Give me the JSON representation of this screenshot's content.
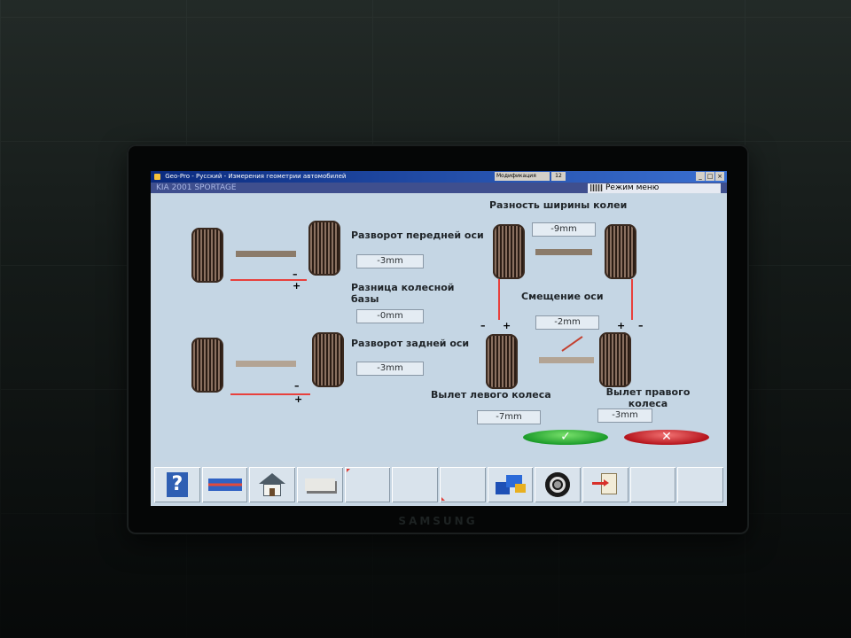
{
  "window": {
    "title": "Geo-Pro - Русский - Измерения геометрии автомобилей",
    "taskbar_item": "Модификация",
    "taskbar_item2": "12",
    "controls": [
      "_",
      "□",
      "×"
    ]
  },
  "vehicle": {
    "name": "KIA 2001 SPORTAGE"
  },
  "menu_mode": {
    "label": "Режим меню"
  },
  "measurements": {
    "front_toe": {
      "label": "Разворот передней оси",
      "value": "-3mm"
    },
    "wheelbase_diff": {
      "label": "Разница колесной базы",
      "value": "-0mm"
    },
    "rear_toe": {
      "label": "Разворот задней оси",
      "value": "-3mm"
    },
    "track_width_diff": {
      "label": "Разность ширины колеи",
      "value": "-9mm"
    },
    "axle_offset": {
      "label": "Смещение оси",
      "value": "-2mm"
    },
    "left_wheel_setback": {
      "label": "Вылет левого колеса",
      "value": "-7mm"
    },
    "right_wheel_setback": {
      "label": "Вылет правого колеса",
      "value": "-3mm"
    }
  },
  "signs": {
    "minus": "–",
    "plus": "+"
  },
  "buttons": {
    "ok": "✓",
    "cancel": "✕"
  },
  "toolbar": {
    "help_icon_glyph": "?",
    "icons": [
      "help-icon",
      "vehicle-flag-icon",
      "home-icon",
      "plate-icon",
      "empty",
      "empty",
      "empty",
      "machine-icon",
      "wheel-icon",
      "exit-icon",
      "empty",
      "empty"
    ]
  },
  "monitor": {
    "brand": "SAMSUNG"
  },
  "colors": {
    "title_bar": "#0a2a7e",
    "panel": "#c5d6e4",
    "red_line": "#e8403c",
    "ok": "#1c9c2a",
    "cancel": "#b5141c"
  }
}
